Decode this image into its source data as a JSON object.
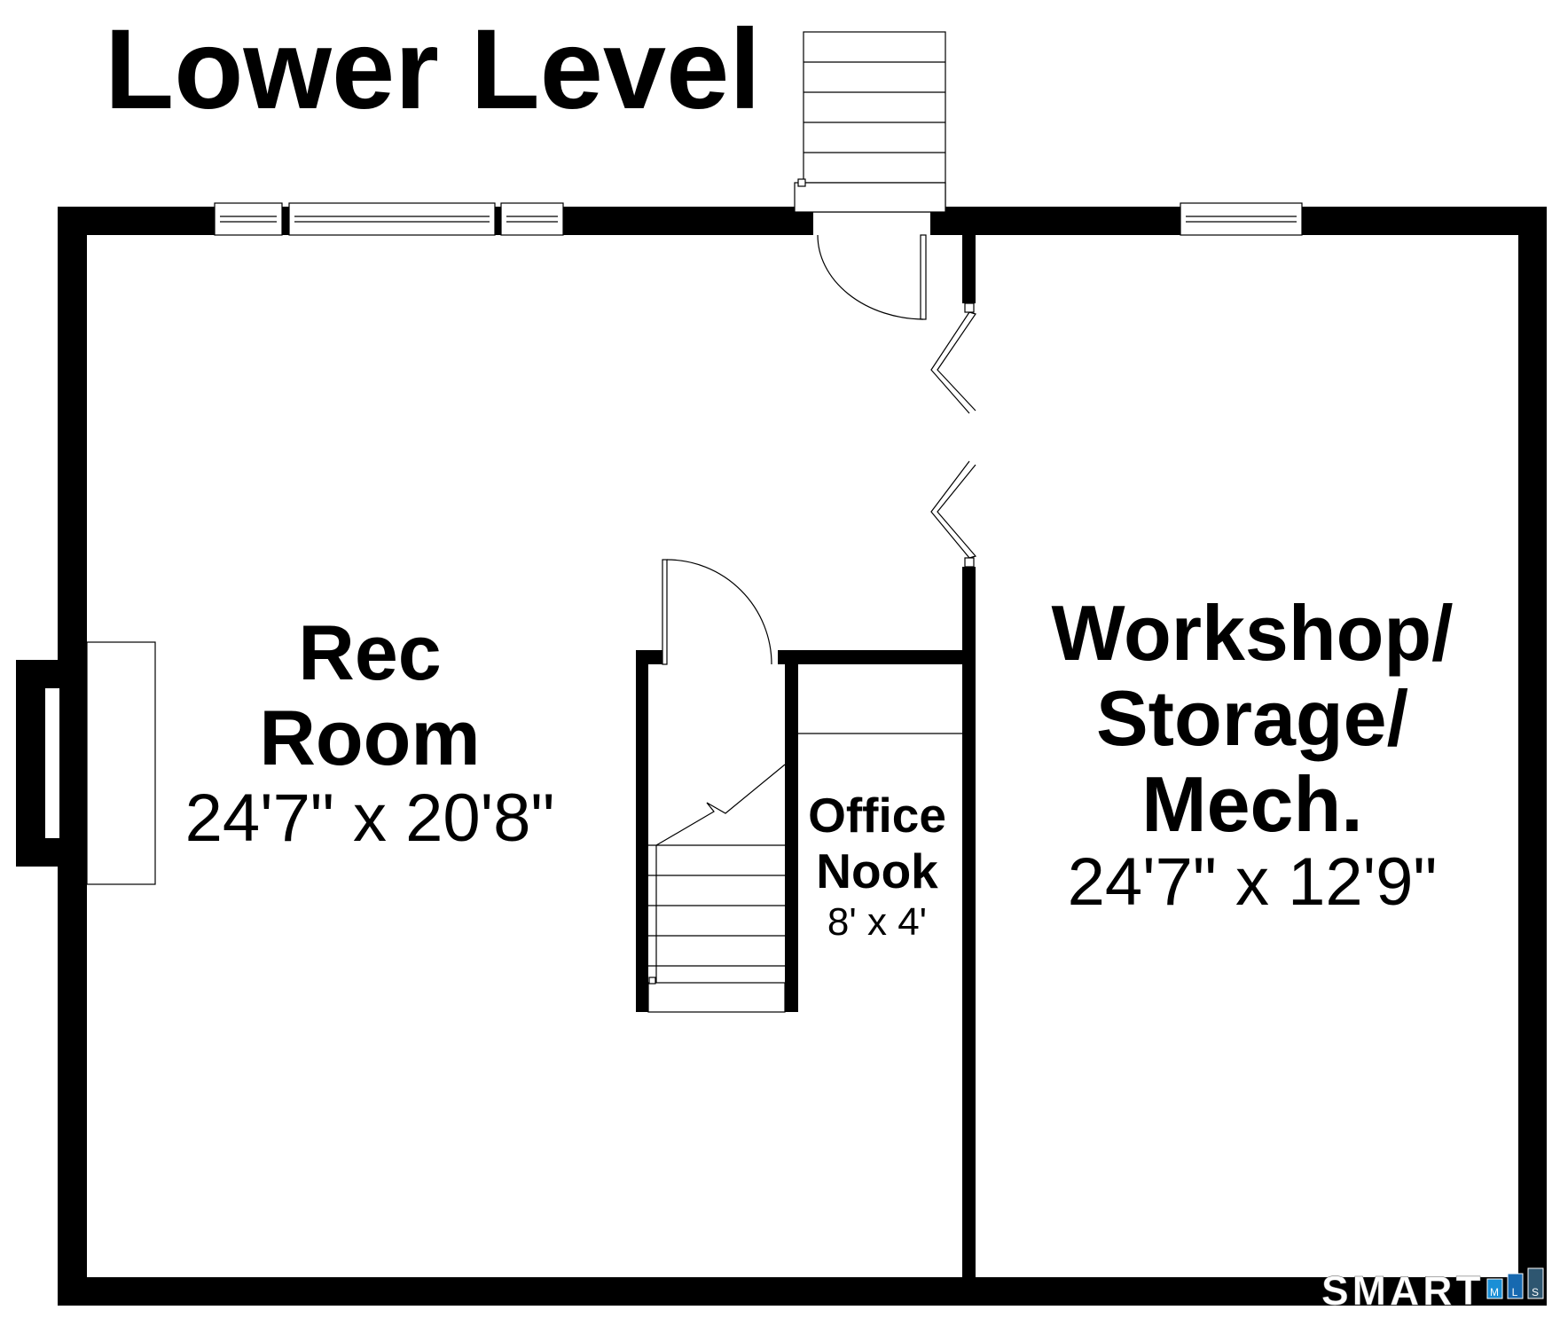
{
  "title": "Lower Level",
  "rooms": {
    "rec": {
      "line1": "Rec",
      "line2": "Room",
      "dims": "24'7\" x 20'8\""
    },
    "workshop": {
      "line1": "Workshop/",
      "line2": "Storage/",
      "line3": "Mech.",
      "dims": "24'7\" x 12'9\""
    },
    "office": {
      "line1": "Office",
      "line2": "Nook",
      "dims": "8' x 4'"
    }
  },
  "logo": {
    "brand": "SMART",
    "letters": [
      "M",
      "L",
      "S"
    ],
    "colors": [
      "#1a8fd6",
      "#1769b0",
      "#2e5670"
    ]
  }
}
